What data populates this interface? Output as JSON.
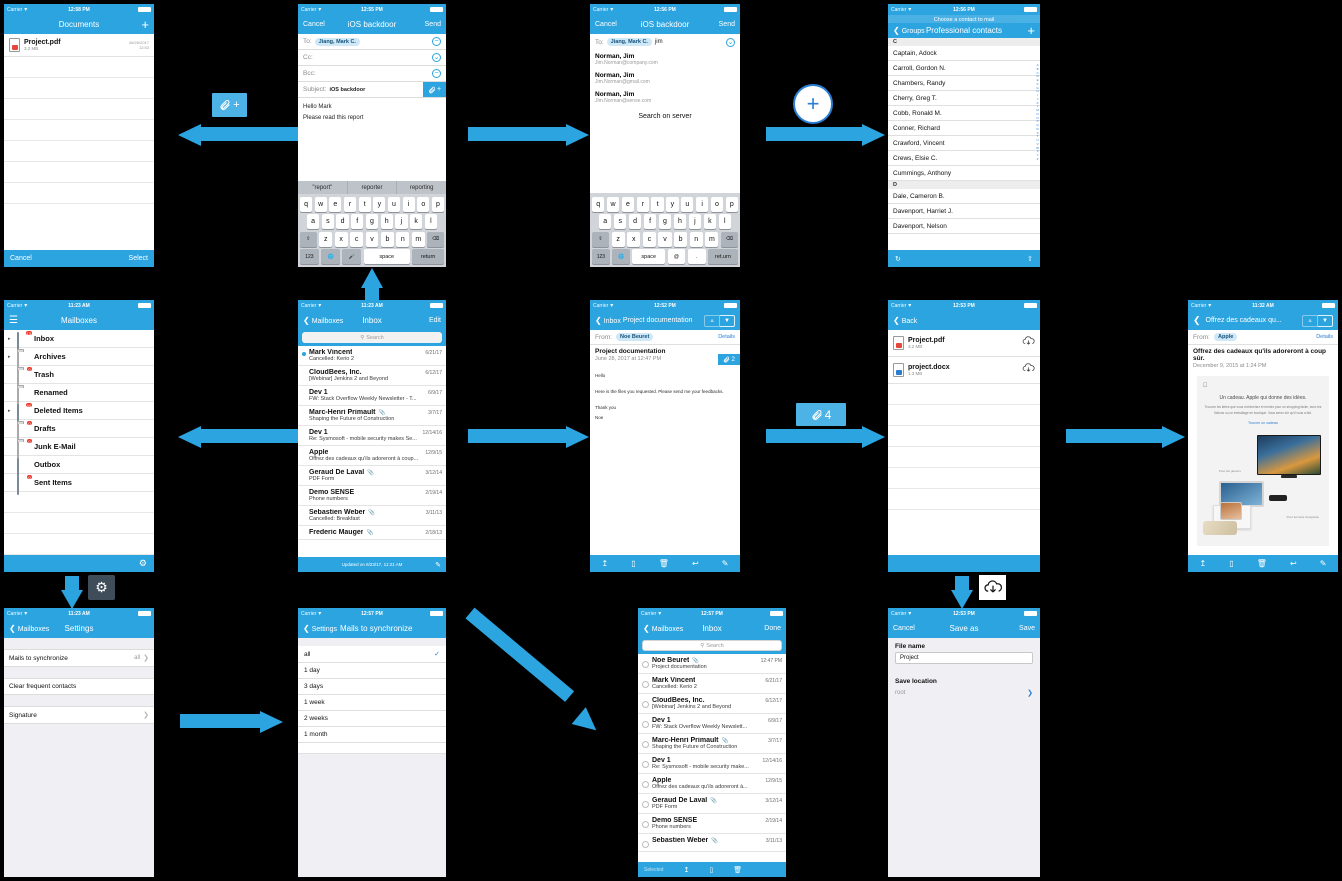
{
  "meta": {
    "accent": "#2ca4e0",
    "badge_red": "#ec3b2d",
    "link_blue": "#2a7fd4"
  },
  "documents_screen": {
    "status": {
      "carrier": "Carrier",
      "wifi": "▼",
      "time": "12:58 PM"
    },
    "title": "Documents",
    "add_label": "+",
    "file": {
      "name": "Project.pdf",
      "size": "3.2 MB",
      "date": "06/26/2017",
      "time": "12:53"
    },
    "cancel_label": "Cancel",
    "select_label": "Select"
  },
  "compose_screen": {
    "status": {
      "carrier": "Carrier",
      "time": "12:55 PM"
    },
    "cancel_label": "Cancel",
    "title": "iOS backdoor",
    "send_label": "Send",
    "to_label": "To:",
    "to_chip": "Jiang, Mark C.",
    "cc_label": "Cc:",
    "bcc_label": "Bcc:",
    "subject_label": "Subject:",
    "subject_value": "iOS backdoor",
    "attach_icon": "paperclip-plus",
    "body_lines": [
      "Hello Mark",
      "Please read this report"
    ],
    "keyboard": {
      "predictions": [
        "\"report\"",
        "reporter",
        "reporting"
      ],
      "row1": [
        "q",
        "w",
        "e",
        "r",
        "t",
        "y",
        "u",
        "i",
        "o",
        "p"
      ],
      "row2": [
        "a",
        "s",
        "d",
        "f",
        "g",
        "h",
        "j",
        "k",
        "l"
      ],
      "row3": [
        "z",
        "x",
        "c",
        "v",
        "b",
        "n",
        "m"
      ],
      "numeric": "123",
      "space": "space",
      "return": "return"
    }
  },
  "recipient_search_screen": {
    "status": {
      "carrier": "Carrier",
      "time": "12:56 PM"
    },
    "cancel_label": "Cancel",
    "title": "iOS backdoor",
    "send_label": "Send",
    "to_label": "To:",
    "to_chip": "Jiang, Mark C.",
    "to_query": "jim",
    "suggestions": [
      {
        "name": "Norman, Jim",
        "email": "Jim.Norman@company.com"
      },
      {
        "name": "Norman, Jim",
        "email": "Jim.Norman@gmail.com"
      },
      {
        "name": "Norman, Jim",
        "email": "Jim.Norman@sense.com"
      }
    ],
    "search_server_label": "Search on server",
    "keyboard": {
      "row1": [
        "q",
        "w",
        "e",
        "r",
        "t",
        "y",
        "u",
        "i",
        "o",
        "p"
      ],
      "row2": [
        "a",
        "s",
        "d",
        "f",
        "g",
        "h",
        "j",
        "k",
        "l"
      ],
      "row3": [
        "z",
        "x",
        "c",
        "v",
        "b",
        "n",
        "m"
      ],
      "numeric": "123",
      "space": "space",
      "at": "@",
      "dot": ".",
      "return": "ret.urn"
    }
  },
  "contacts_screen": {
    "status": {
      "carrier": "Carrier",
      "time": "12:56 PM"
    },
    "subtitle": "Choose a contact to mail",
    "back_label": "Groups",
    "title": "Professional contacts",
    "add_label": "+",
    "sections": [
      {
        "letter": "C",
        "names": [
          "Captain, Adock",
          "Carroll, Gordon N.",
          "Chambers, Randy",
          "Cherry, Greg T.",
          "Cobb, Ronald M.",
          "Conner, Richard",
          "Crawford, Vincent",
          "Crews, Elsie C.",
          "Cummings, Anthony"
        ]
      },
      {
        "letter": "D",
        "names": [
          "Dale, Cameron B.",
          "Davenport, Harriet J.",
          "Davenport, Nelson"
        ]
      }
    ],
    "alpha_index": [
      "A",
      "B",
      "C",
      "D",
      "E",
      "F",
      "G",
      "H",
      "I",
      "J",
      "K",
      "L",
      "M",
      "N",
      "O",
      "P",
      "Q",
      "R",
      "S",
      "T",
      "U",
      "V",
      "W",
      "X",
      "Y",
      "Z"
    ]
  },
  "mailboxes_screen": {
    "status": {
      "carrier": "Carrier",
      "time": "11:23 AM"
    },
    "menu_icon": "hamburger-icon",
    "title": "Mailboxes",
    "items": [
      {
        "label": "Inbox",
        "icon": "tray-icon",
        "badge": "13",
        "expandable": true
      },
      {
        "label": "Archives",
        "icon": "folder-icon",
        "badge": "",
        "expandable": true
      },
      {
        "label": "Trash",
        "icon": "folder-icon",
        "badge": "0",
        "expandable": false
      },
      {
        "label": "Renamed",
        "icon": "folder-icon",
        "badge": "",
        "expandable": false
      },
      {
        "label": "Deleted Items",
        "icon": "tray-icon",
        "badge": "44",
        "expandable": true
      },
      {
        "label": "Drafts",
        "icon": "draft-icon",
        "badge": "0",
        "expandable": false
      },
      {
        "label": "Junk E-Mail",
        "icon": "junk-icon",
        "badge": "0",
        "expandable": false
      },
      {
        "label": "Outbox",
        "icon": "outbox-icon",
        "badge": "",
        "expandable": false
      },
      {
        "label": "Sent Items",
        "icon": "sent-icon",
        "badge": "0",
        "expandable": false
      }
    ],
    "settings_icon": "gear-icon"
  },
  "inbox_screen": {
    "status": {
      "carrier": "Carrier",
      "time": "11:23 AM"
    },
    "back_label": "Mailboxes",
    "title": "Inbox",
    "edit_label": "Edit",
    "search_placeholder": "Search",
    "messages": [
      {
        "from": "Mark Vincent",
        "subject": "Cancelled: Kerio 2",
        "date": "6/21/17",
        "unread": true,
        "clip": false
      },
      {
        "from": "CloudBees, Inc.",
        "subject": "[Webinar] Jenkins 2 and Beyond",
        "date": "6/12/17",
        "unread": false,
        "clip": false
      },
      {
        "from": "Dev 1",
        "subject": "FW: Stack Overflow Weekly Newsletter - T...",
        "date": "6/9/17",
        "unread": false,
        "clip": false
      },
      {
        "from": "Marc-Henri Primault",
        "subject": "Shaping the Future of Construction",
        "date": "3/7/17",
        "unread": false,
        "clip": true
      },
      {
        "from": "Dev 1",
        "subject": "Re: Sysmosoft - mobile security makes Se...",
        "date": "12/14/16",
        "unread": false,
        "clip": false
      },
      {
        "from": "Apple",
        "subject": "Offrez des cadeaux qu'ils adoreront à coup...",
        "date": "12/9/15",
        "unread": false,
        "clip": false
      },
      {
        "from": "Geraud De Laval",
        "subject": "PDF Form",
        "date": "3/12/14",
        "unread": false,
        "clip": true
      },
      {
        "from": "Demo SENSE",
        "subject": "Phone numbers",
        "date": "2/19/14",
        "unread": false,
        "clip": false
      },
      {
        "from": "Sebastien Weber",
        "subject": "Cancelled: Breakfast",
        "date": "3/11/13",
        "unread": false,
        "clip": true
      },
      {
        "from": "Frederic Mauger",
        "subject": "",
        "date": "2/18/13",
        "unread": false,
        "clip": true
      }
    ],
    "updated_label": "Updated on 6/23/17, 11:21 AM",
    "compose_icon": "compose-icon"
  },
  "message_screen": {
    "status": {
      "carrier": "Carrier",
      "time": "12:52 PM"
    },
    "back_label": "Inbox",
    "title": "Project documentation",
    "prev_icon": "chevron-up-icon",
    "next_icon": "chevron-down-icon",
    "from_label": "From:",
    "from_chip": "Noe Beuret",
    "details_label": "Details",
    "subject": "Project documentation",
    "date": "June 28, 2017 at 12:47 PM",
    "attachment_count": "2",
    "body": [
      "Hello",
      "Here is the files you requested. Please send me your feedbacks.",
      "Thank you",
      "Noe"
    ],
    "toolbar_icons": [
      "share-icon",
      "folder-icon",
      "trash-icon",
      "reply-icon",
      "compose-icon"
    ]
  },
  "attachments_screen": {
    "status": {
      "carrier": "Carrier",
      "time": "12:53 PM"
    },
    "back_label": "Back",
    "files": [
      {
        "name": "Project.pdf",
        "size": "3.2 MB",
        "type": "pdf",
        "action": "download-cloud-icon"
      },
      {
        "name": "project.docx",
        "size": "1.3 MB",
        "type": "docx",
        "action": "download-cloud-icon"
      }
    ]
  },
  "newsletter_screen": {
    "status": {
      "carrier": "Carrier",
      "time": "11:32 AM"
    },
    "back_icon": "chevron-left-icon",
    "title": "Offrez des cadeaux qu...",
    "prev_icon": "chevron-up-icon",
    "next_icon": "chevron-down-icon",
    "from_label": "From:",
    "from_chip": "Apple",
    "details_label": "Details",
    "subject": "Offrez des cadeaux qu'ils adoreront à coup sûr.",
    "date": "December 9, 2015 at 1:24 PM",
    "content": {
      "logo": "",
      "heading": "Un cadeau. Apple qui donne des idées.",
      "paragraph": "Trouvez les idées que vous recherchez et rendez pour un shopping facile, avec les fictions ou un emballage en boutique. Vous serez sûr qu'il vous a fait.",
      "link": "Trouver un cadeau",
      "label_left": "Pour les gamers",
      "label_right": "Pour les fans d'esquisse"
    },
    "toolbar_icons": [
      "share-icon",
      "folder-icon",
      "trash-icon",
      "reply-icon",
      "compose-icon"
    ]
  },
  "settings_screen": {
    "status": {
      "carrier": "Carrier",
      "time": "11:23 AM"
    },
    "back_label": "Mailboxes",
    "title": "Settings",
    "rows": [
      {
        "label": "Mails to synchronize",
        "value": "all",
        "chevron": true
      },
      {
        "label": "Clear frequent contacts",
        "value": "",
        "chevron": false
      },
      {
        "label": "Signature",
        "value": "",
        "chevron": true
      }
    ]
  },
  "sync_screen": {
    "status": {
      "carrier": "Carrier",
      "time": "12:57 PM"
    },
    "back_label": "Settings",
    "title": "Mails to synchronize",
    "options": [
      {
        "label": "all",
        "selected": true
      },
      {
        "label": "1 day",
        "selected": false
      },
      {
        "label": "3 days",
        "selected": false
      },
      {
        "label": "1 week",
        "selected": false
      },
      {
        "label": "2 weeks",
        "selected": false
      },
      {
        "label": "1 month",
        "selected": false
      }
    ]
  },
  "inbox_edit_screen": {
    "status": {
      "carrier": "Carrier",
      "time": "12:57 PM"
    },
    "back_label": "Mailboxes",
    "title": "Inbox",
    "done_label": "Done",
    "search_placeholder": "Search",
    "messages": [
      {
        "from": "Noe Beuret",
        "subject": "Project documentation",
        "date": "12:47 PM",
        "clip": true
      },
      {
        "from": "Mark Vincent",
        "subject": "Cancelled: Kerio 2",
        "date": "6/21/17",
        "clip": false
      },
      {
        "from": "CloudBees, Inc.",
        "subject": "[Webinar] Jenkins 2 and Beyond",
        "date": "6/12/17",
        "clip": false
      },
      {
        "from": "Dev 1",
        "subject": "FW: Stack Overflow Weekly Newslett...",
        "date": "6/9/17",
        "clip": false
      },
      {
        "from": "Marc-Henri Primault",
        "subject": "Shaping the Future of Construction",
        "date": "3/7/17",
        "clip": true
      },
      {
        "from": "Dev 1",
        "subject": "Re: Sysmosoft - mobile security make...",
        "date": "12/14/16",
        "clip": false
      },
      {
        "from": "Apple",
        "subject": "Offrez des cadeaux qu'ils adoreront à...",
        "date": "12/9/15",
        "clip": false
      },
      {
        "from": "Geraud De Laval",
        "subject": "PDF Form",
        "date": "3/12/14",
        "clip": true
      },
      {
        "from": "Demo SENSE",
        "subject": "Phone numbers",
        "date": "2/19/14",
        "clip": false
      },
      {
        "from": "Sebastien Weber",
        "subject": "",
        "date": "3/11/13",
        "clip": true
      }
    ],
    "selected_label": "Selected",
    "toolbar_icons": [
      "share-icon",
      "folder-icon",
      "trash-icon"
    ]
  },
  "saveas_screen": {
    "status": {
      "carrier": "Carrier",
      "time": "12:53 PM"
    },
    "cancel_label": "Cancel",
    "title": "Save as",
    "save_label": "Save",
    "filename_label": "File name",
    "filename_value": "Project",
    "location_label": "Save location",
    "location_value": "root"
  },
  "connectors": {
    "attach_plus_badge": "paperclip-plus-badge",
    "attach_plus_text": "+",
    "plus_circle_badge": "+",
    "gear_badge": "gear-icon",
    "attach_4_badge_text": "4",
    "cloud_badge": "download-cloud-icon"
  }
}
